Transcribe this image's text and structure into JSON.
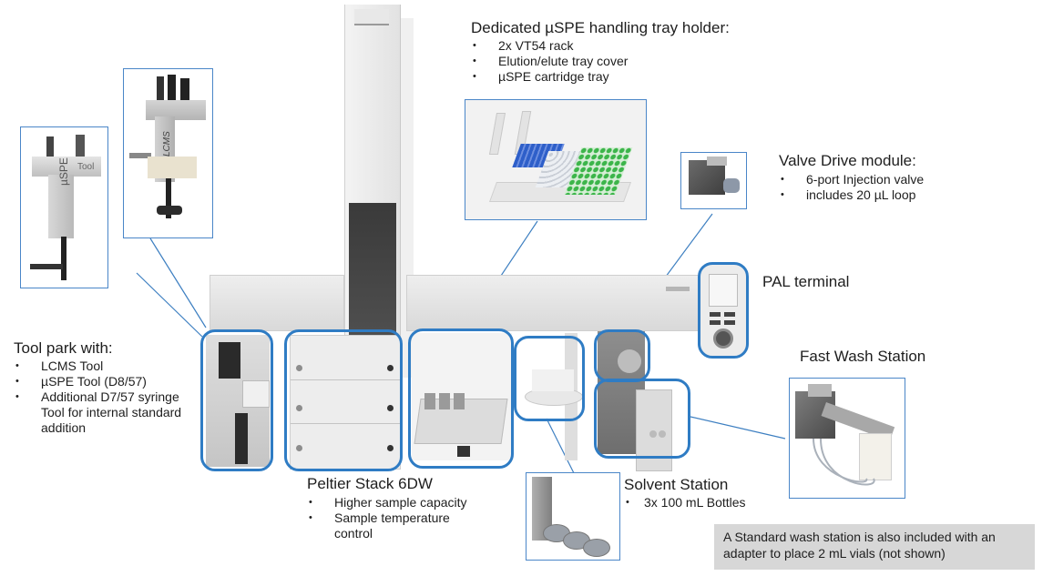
{
  "callouts": {
    "tray_holder": {
      "title": "Dedicated µSPE handling tray holder:",
      "items": [
        "2x VT54 rack",
        "Elution/elute tray cover",
        "µSPE cartridge tray"
      ]
    },
    "valve_drive": {
      "title": "Valve Drive module:",
      "items": [
        "6-port Injection valve",
        "includes 20 µL loop"
      ]
    },
    "pal_terminal": {
      "title": "PAL terminal"
    },
    "fast_wash": {
      "title": "Fast Wash Station"
    },
    "tool_park": {
      "title": "Tool park with:",
      "items": [
        "LCMS Tool",
        "µSPE Tool (D8/57)",
        "Additional D7/57 syringe Tool for internal standard addition"
      ]
    },
    "peltier": {
      "title": "Peltier Stack 6DW",
      "items": [
        "Higher sample capacity",
        "Sample temperature control"
      ]
    },
    "solvent_station": {
      "title": "Solvent Station",
      "items": [
        "3x 100 mL Bottles"
      ]
    }
  },
  "note": "A Standard wash station is also included with an adapter to place 2 mL vials (not shown)",
  "tool_labels": {
    "uspe": "µSPE",
    "tool": "Tool",
    "lcms": "LCMS"
  },
  "colors": {
    "highlight_blue": "#2f7cc4",
    "frame_blue": "#4a86c8",
    "connector_blue": "#3d7fc1",
    "note_gray": "#d7d7d7",
    "vial_blue": "#2e5fc9",
    "vial_green": "#3cb54a"
  }
}
